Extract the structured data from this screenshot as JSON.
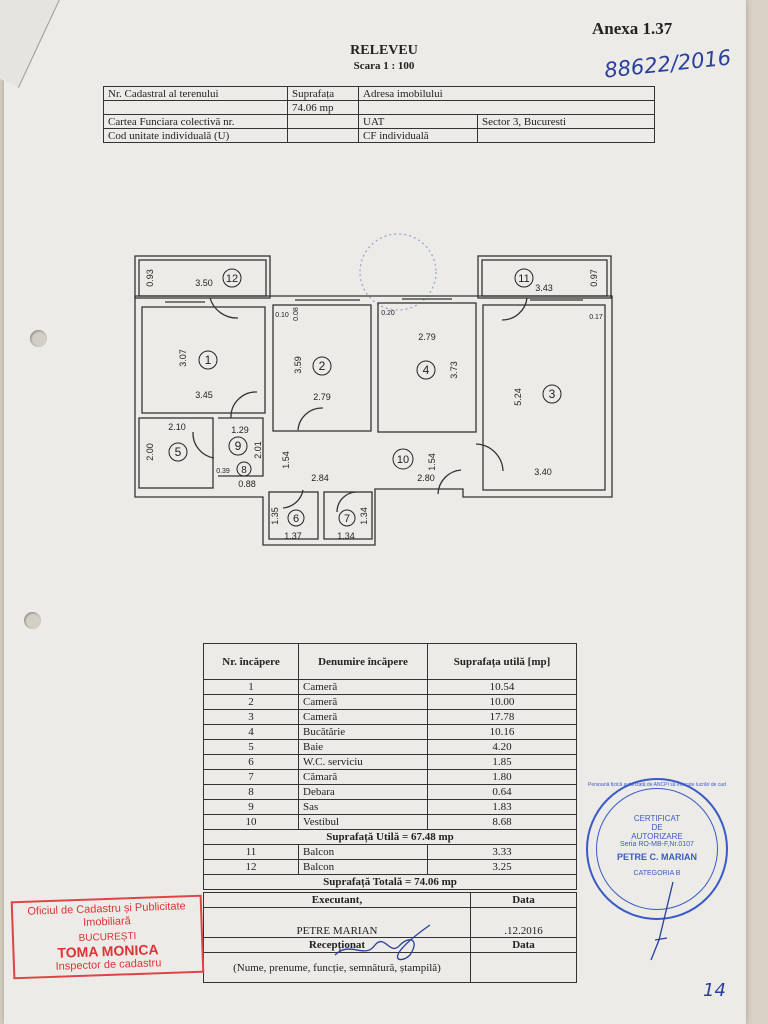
{
  "header": {
    "annex": "Anexa 1.37",
    "title": "RELEVEU",
    "scale": "Scara 1 : 100",
    "handwritten_number": "88622/2016",
    "page_mark": "14"
  },
  "info_table": {
    "cadastral_label": "Nr. Cadastral al terenului",
    "surface_label": "Suprafața",
    "surface_value": "74.06 mp",
    "address_label": "Adresa imobilului",
    "cf_collective_label": "Cartea Funciara colectivă nr.",
    "uat_label": "UAT",
    "uat_value": "Sector 3, Bucuresti",
    "unit_code_label": "Cod unitate individuală (U)",
    "cf_individual_label": "CF individuală"
  },
  "floor_plan": {
    "room_numbers": [
      "1",
      "2",
      "3",
      "4",
      "5",
      "6",
      "7",
      "8",
      "9",
      "10",
      "11",
      "12"
    ],
    "dimensions": [
      "0.93",
      "3.50",
      "0.97",
      "3.43",
      "0.10",
      "0.08",
      "0.20",
      "0.17",
      "3.07",
      "3.45",
      "3.59",
      "2.79",
      "2.79",
      "3.73",
      "5.24",
      "3.40",
      "2.10",
      "1.29",
      "2.00",
      "2.01",
      "0.39",
      "0.88",
      "1.54",
      "2.84",
      "1.54",
      "2.80",
      "1.35",
      "1.37",
      "1.34",
      "1.34"
    ]
  },
  "rooms_table": {
    "headers": [
      "Nr. încăpere",
      "Denumire încăpere",
      "Suprafața utilă [mp]"
    ],
    "rows": [
      {
        "nr": "1",
        "name": "Cameră",
        "area": "10.54"
      },
      {
        "nr": "2",
        "name": "Cameră",
        "area": "10.00"
      },
      {
        "nr": "3",
        "name": "Cameră",
        "area": "17.78"
      },
      {
        "nr": "4",
        "name": "Bucătărie",
        "area": "10.16"
      },
      {
        "nr": "5",
        "name": "Baie",
        "area": "4.20"
      },
      {
        "nr": "6",
        "name": "W.C.  serviciu",
        "area": "1.85"
      },
      {
        "nr": "7",
        "name": "Cămară",
        "area": "1.80"
      },
      {
        "nr": "8",
        "name": "Debara",
        "area": "0.64"
      },
      {
        "nr": "9",
        "name": "Sas",
        "area": "1.83"
      },
      {
        "nr": "10",
        "name": "Vestibul",
        "area": "8.68"
      }
    ],
    "useful_total": "Suprafață Utilă = 67.48 mp",
    "balcony_rows": [
      {
        "nr": "11",
        "name": "Balcon",
        "area": "3.33"
      },
      {
        "nr": "12",
        "name": "Balcon",
        "area": "3.25"
      }
    ],
    "grand_total": "Suprafață Totală = 74.06 mp",
    "executant_label": "Executant,",
    "date_label": "Data",
    "executant_name": "PETRE MARIAN",
    "executant_date": ".12.2016",
    "received_label": "Recepționat",
    "received_date_label": "Data",
    "signature_note": "(Nume, prenume, funcție, semnătură, ștampilă)"
  },
  "red_stamp": {
    "line1": "Oficiul de Cadastru și Publicitate Imobiliară",
    "line2": "BUCUREȘTI",
    "line3": "TOMA MONICA",
    "line4": "Inspector de cadastru"
  },
  "blue_stamp": {
    "ring_text": "Persoană fizică autorizată de ANCPI să execute lucrări de cadastru geodezie și cartografie",
    "line1": "CERTIFICAT",
    "line2": "DE",
    "line3": "AUTORIZARE",
    "line4": "Seria RO-MB-F,Nr.0107",
    "line5": "PETRE C. MARIAN",
    "line6": "CATEGORIA B"
  },
  "colors": {
    "ink": "#222222",
    "handwriting": "#2a3f9a",
    "red_stamp": "#dd3333",
    "blue_stamp": "#3a5bc4"
  }
}
